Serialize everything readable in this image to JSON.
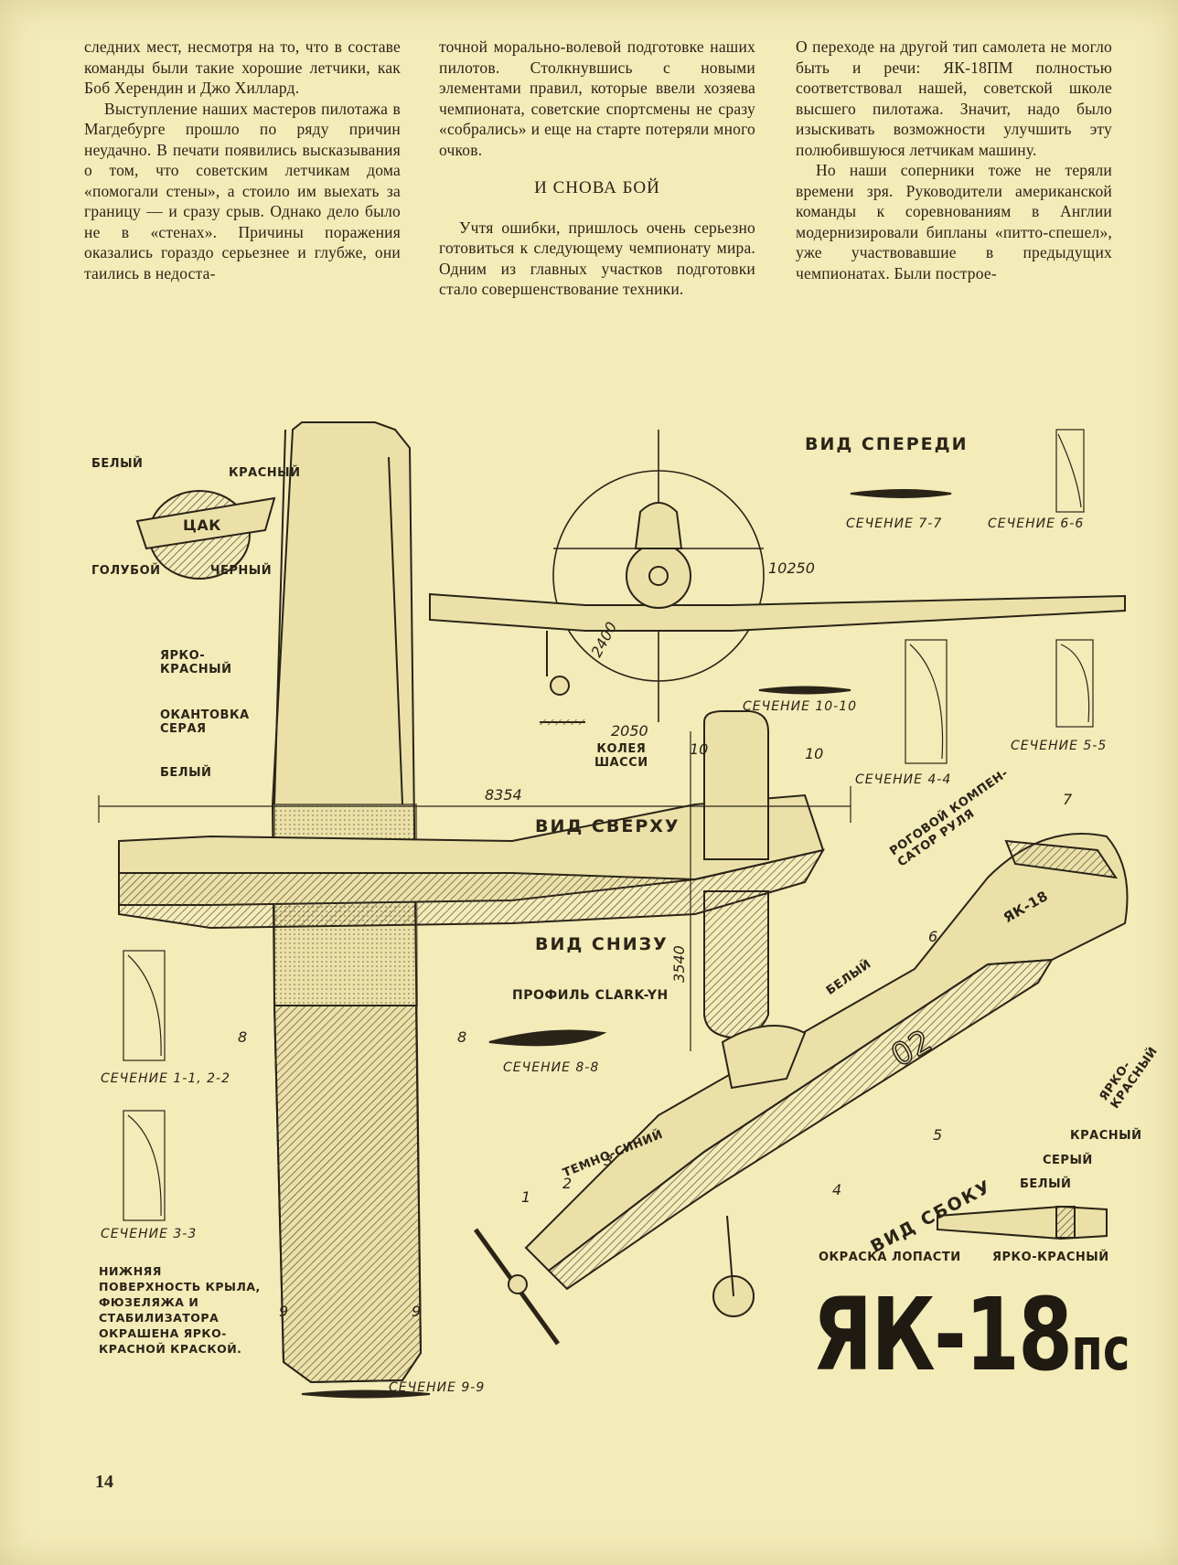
{
  "page_number": "14",
  "columns": [
    {
      "paragraphs": [
        "следних мест, несмотря на то, что в составе команды были такие хорошие летчики, как Боб Херендин и Джо Хиллард.",
        "Выступление наших мастеров пилотажа в Магдебурге прошло по ряду причин неудачно. В печати появились высказывания о том, что советским летчикам дома «помогали стены», а стоило им выехать за границу — и сразу срыв. Однако дело было не в «стенах». Причины поражения оказались гораздо серьезнее и глубже, они таились в недоста-"
      ]
    },
    {
      "paragraphs": [
        "точной морально-волевой подготовке наших пилотов. Столкнувшись с новыми элементами правил, которые ввели хозяева чемпионата, советские спортсмены не сразу «собрались» и еще на старте потеряли много очков."
      ],
      "heading": "И СНОВА БОЙ",
      "paragraphs2": [
        "Учтя ошибки, пришлось очень серьезно готовиться к следующему чемпионату мира. Одним из главных участков подготовки стало совершенствование техники."
      ]
    },
    {
      "paragraphs": [
        "О переходе на другой тип самолета не могло быть и речи: ЯК-18ПМ полностью соответствовал нашей, советской школе высшего пилотажа. Значит, надо было изыскивать возможности улучшить эту полюбившуюся летчикам машину.",
        "Но наши соперники тоже не теряли времени зря. Руководители американской команды к соревнованиям в Англии модернизировали бипланы «питто-спешел», уже участвовавшие в предыдущих чемпионатах. Были построе-"
      ]
    }
  ],
  "drawing": {
    "title": "ЯК-18",
    "title_suffix": "пс",
    "views": {
      "front": "ВИД СПЕРЕДИ",
      "top": "ВИД СВЕРХУ",
      "bottom": "ВИД СНИЗУ",
      "side": "ВИД СБОКУ"
    },
    "emblem": {
      "text": "ЦАК",
      "colors": {
        "white": "БЕЛЫЙ",
        "red": "КРАСНЫЙ",
        "blue": "ГОЛУБОЙ",
        "black": "ЧЕРНЫЙ"
      }
    },
    "color_labels": {
      "bright_red": "ЯРКО-\nКРАСНЫЙ",
      "edging": "ОКАНТОВКА\nСЕРАЯ",
      "white": "БЕЛЫЙ",
      "dark_blue": "ТЕМНО-СИНИЙ",
      "side_white": "БЕЛЫЙ",
      "side_bright_red": "ЯРКО-\nКРАСНЫЙ",
      "horn": "РОГОВОЙ КОМПЕН-\nСАТОР РУЛЯ"
    },
    "blade": {
      "red": "КРАСНЫЙ",
      "grey": "СЕРЫЙ",
      "white": "БЕЛЫЙ",
      "caption": "ОКРАСКА ЛОПАСТИ",
      "bright_red": "ЯРКО-КРАСНЫЙ"
    },
    "dimensions": {
      "span": "10250",
      "length": "8354",
      "prop": "2400",
      "track": "2050",
      "track_label": "КОЛЕЯ\nШАССИ",
      "stab_span": "3540",
      "ten_a": "10",
      "ten_b": "10"
    },
    "sections": {
      "s77": "СЕЧЕНИЕ 7-7",
      "s66": "СЕЧЕНИЕ 6-6",
      "s1010": "СЕЧЕНИЕ 10-10",
      "s44": "СЕЧЕНИЕ 4-4",
      "s55": "СЕЧЕНИЕ 5-5",
      "s1122": "СЕЧЕНИЕ 1-1, 2-2",
      "s88": "СЕЧЕНИЕ 8-8",
      "s33": "СЕЧЕНИЕ 3-3",
      "s99": "СЕЧЕНИЕ 9-9",
      "profile": "ПРОФИЛЬ CLARK-YH"
    },
    "section_marks": {
      "m8a": "8",
      "m8b": "8",
      "m9a": "9",
      "m9b": "9",
      "m1": "1",
      "m2": "2",
      "m3": "3",
      "m4": "4",
      "m5": "5",
      "m6": "6",
      "m7": "7"
    },
    "side_markings": {
      "number": "02",
      "reg": "ЯК-18"
    },
    "underside_note": "НИЖНЯЯ ПОВЕРХНОСТЬ КРЫЛА, ФЮЗЕЛЯЖА И СТАБИЛИЗАТОРА ОКРАШЕНА ЯРКО-КРАСНОЙ КРАСКОЙ."
  },
  "colors": {
    "paper": "#f3ebb8",
    "ink": "#2a2418"
  }
}
